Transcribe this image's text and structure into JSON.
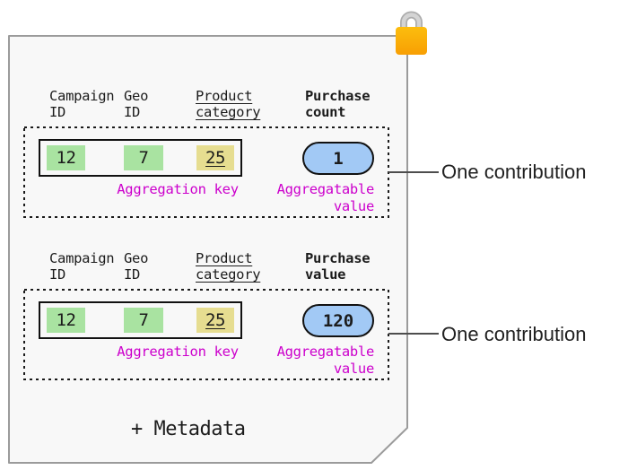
{
  "diagram": {
    "contributions": [
      {
        "col1_header": "Campaign\nID",
        "col2_header": "Geo\nID",
        "col3_header": "Product\ncategory",
        "value_header": "Purchase\ncount",
        "key_cells": [
          "12",
          "7",
          "25"
        ],
        "key_label": "Aggregation key",
        "value": "1",
        "value_label": "Aggregatable\nvalue",
        "annotation": "One contribution"
      },
      {
        "col1_header": "Campaign\nID",
        "col2_header": "Geo\nID",
        "col3_header": "Product\ncategory",
        "value_header": "Purchase\nvalue",
        "key_cells": [
          "12",
          "7",
          "25"
        ],
        "key_label": "Aggregation key",
        "value": "120",
        "value_label": "Aggregatable\nvalue",
        "annotation": "One contribution"
      }
    ],
    "footer": "+ Metadata",
    "icons": {
      "lock": "lock-icon"
    },
    "colors": {
      "paper_background": "#F8F8F8",
      "paper_border": "#9B9B9B",
      "green_cell": "#A9E3A1",
      "khaki_cell": "#E6DD90",
      "blue_value_pill": "#A2C9F5",
      "magenta_label": "#CC00CC",
      "lock_body": "#F9AB00",
      "lock_shackle": "#C9C9C9",
      "dashed_border": "#1A1A1A"
    }
  }
}
